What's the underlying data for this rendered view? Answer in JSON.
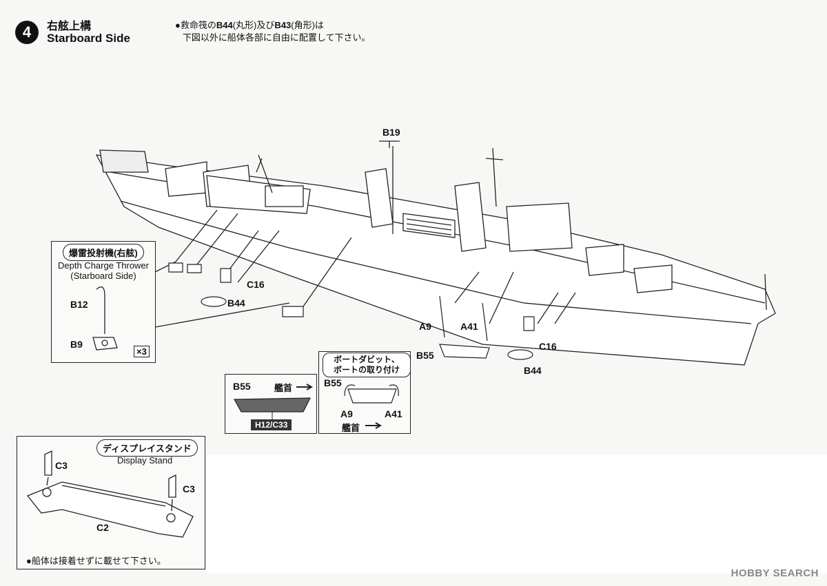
{
  "step": {
    "number": "4",
    "title_jp": "右舷上構",
    "title_en": "Starboard Side"
  },
  "note": {
    "line1_prefix": "●救命筏の",
    "part1": "B44",
    "line1_mid": "(丸形)及び",
    "part2": "B43",
    "line1_suffix": "(角形)は",
    "line2": "下図以外に船体各部に自由に配置して下さい。"
  },
  "labels": {
    "b19": "B19",
    "c16_left": "C16",
    "b44_left": "B44",
    "a9": "A9",
    "a41": "A41",
    "b55": "B55",
    "c16_right": "C16",
    "b44_right": "B44"
  },
  "depth_charge": {
    "title_jp": "爆雷投射機(右舷)",
    "title_en1": "Depth Charge Thrower",
    "title_en2": "(Starboard Side)",
    "b12": "B12",
    "b9": "B9",
    "qty": "×3"
  },
  "boat_detail": {
    "part": "B55",
    "bow_label": "艦首",
    "paint": "H12/C33"
  },
  "davit_detail": {
    "title_line1": "ボートダビット、",
    "title_line2": "ボートの取り付け",
    "part": "B55",
    "a9": "A9",
    "a41": "A41",
    "bow_label": "艦首"
  },
  "stand": {
    "title_jp": "ディスプレイスタンド",
    "title_en": "Display Stand",
    "c3_left": "C3",
    "c3_right": "C3",
    "c2": "C2",
    "note": "●船体は接着せずに載せて下さい。"
  },
  "watermark": "HOBBY SEARCH"
}
